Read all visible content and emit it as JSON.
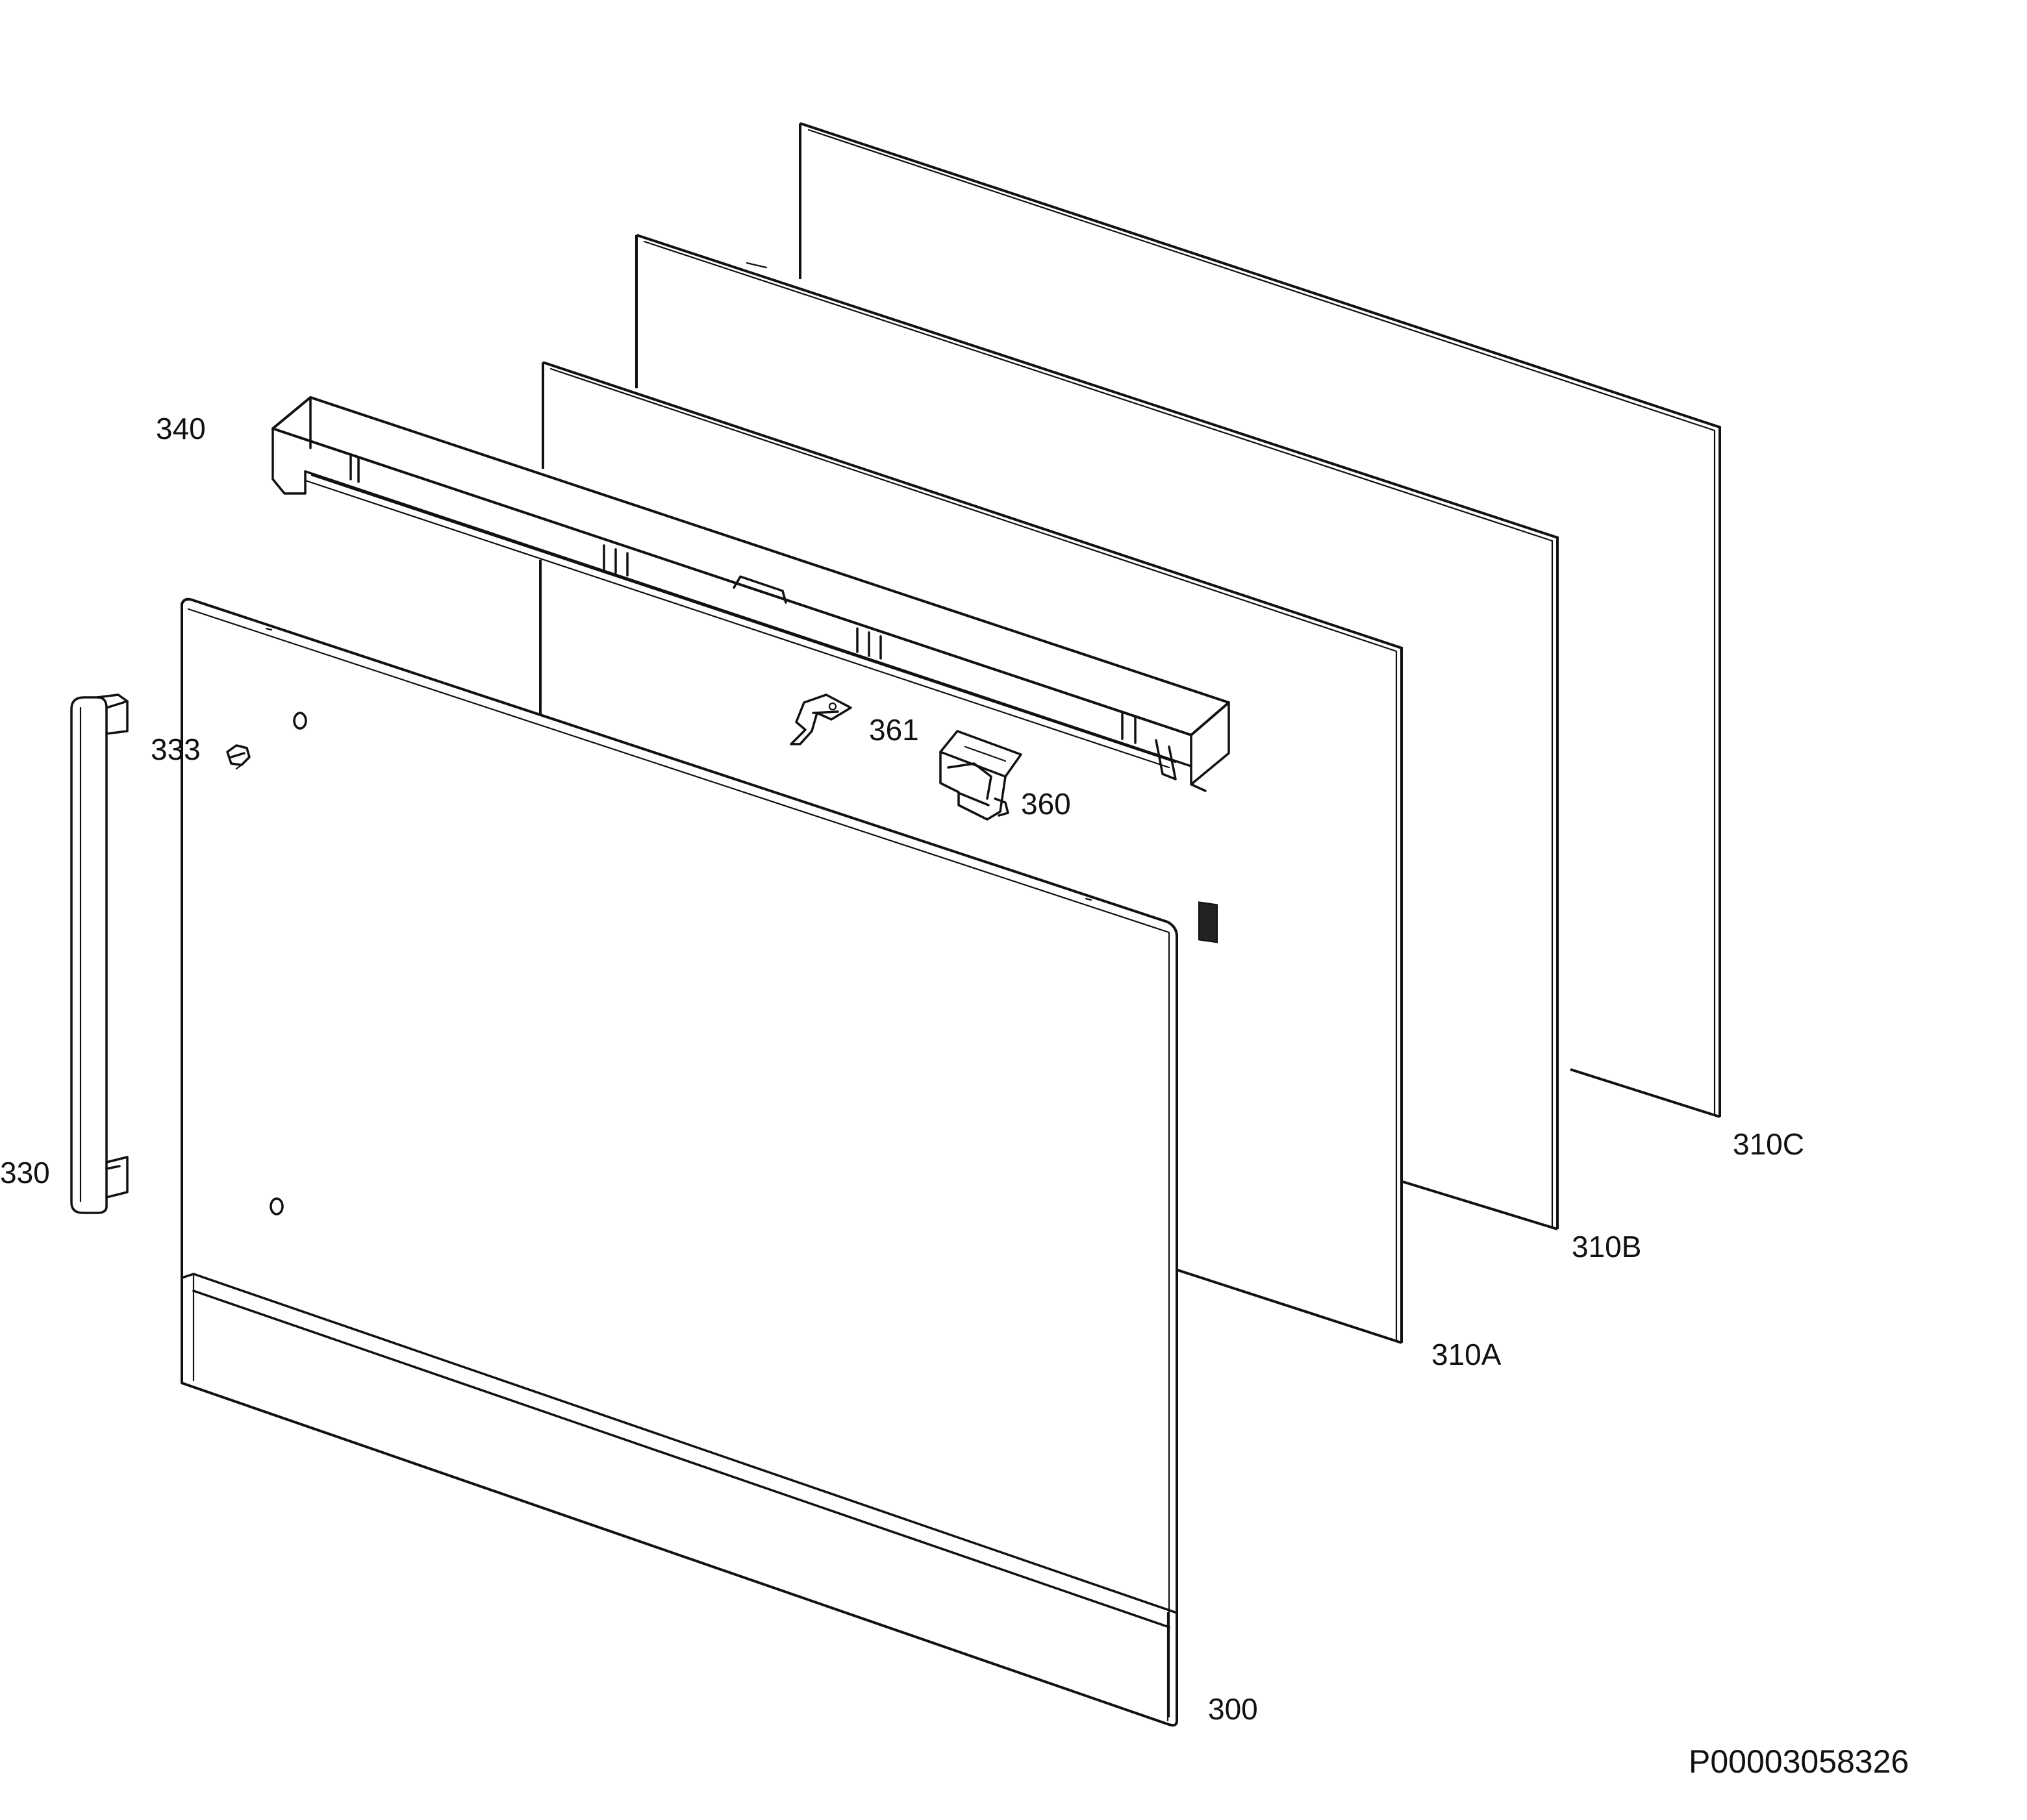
{
  "parts": [
    {
      "id": "door-frame",
      "label": "300"
    },
    {
      "id": "glass-a",
      "label": "310A"
    },
    {
      "id": "glass-b",
      "label": "310B"
    },
    {
      "id": "glass-c",
      "label": "310C"
    },
    {
      "id": "handle",
      "label": "330"
    },
    {
      "id": "screw",
      "label": "333"
    },
    {
      "id": "top-trim",
      "label": "340"
    },
    {
      "id": "hinge-clip",
      "label": "360"
    },
    {
      "id": "bracket",
      "label": "361"
    }
  ],
  "reference_code": "P00003058326"
}
